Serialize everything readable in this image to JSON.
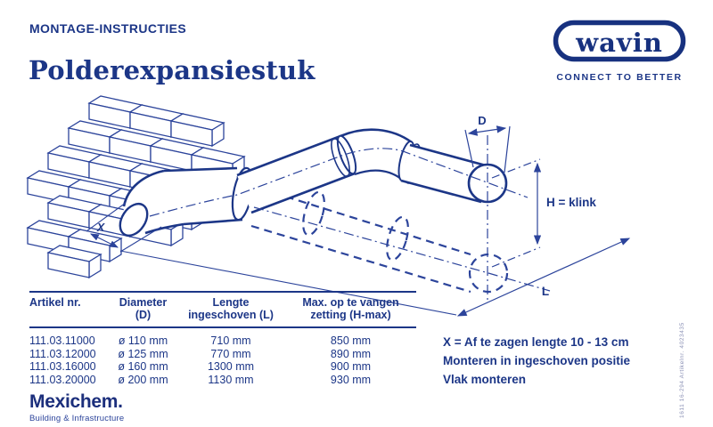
{
  "colors": {
    "navy": "#1c3687",
    "line": "#2c449b",
    "muted": "#8a90b5"
  },
  "header": {
    "kicker": "MONTAGE-INSTRUCTIES",
    "title": "Polderexpansiestuk"
  },
  "brand": {
    "logo_text": "wavin",
    "tagline": "CONNECT TO BETTER"
  },
  "diagram": {
    "labels": {
      "d": "D",
      "h": "H = klink",
      "l": "L",
      "x": "X"
    }
  },
  "table": {
    "headers": [
      {
        "l1": "Artikel nr.",
        "l2": ""
      },
      {
        "l1": "Diameter",
        "l2": "(D)"
      },
      {
        "l1": "Lengte",
        "l2": "ingeschoven (L)"
      },
      {
        "l1": "Max. op te vangen",
        "l2": "zetting (H-max)"
      }
    ],
    "rows": [
      [
        "111.03.11000",
        "ø 110 mm",
        "710 mm",
        "850 mm"
      ],
      [
        "111.03.12000",
        "ø 125 mm",
        "770 mm",
        "890 mm"
      ],
      [
        "111.03.16000",
        "ø 160 mm",
        "1300 mm",
        "900 mm"
      ],
      [
        "111.03.20000",
        "ø 200 mm",
        "1130 mm",
        "930 mm"
      ]
    ]
  },
  "notes": [
    "X = Af te zagen lengte 10 - 13 cm",
    "Monteren in ingeschoven positie",
    "Vlak monteren"
  ],
  "footer": {
    "company": "Mexichem.",
    "division": "Building & Infrastructure"
  },
  "side": {
    "print_code": "1611   16-294   Artikelnr. 4023435"
  }
}
